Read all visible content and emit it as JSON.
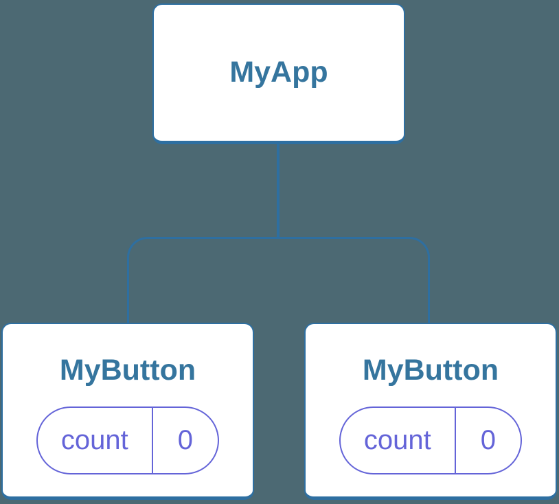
{
  "diagram": {
    "type": "component-tree",
    "background_color": "#4C6973",
    "palette": {
      "card_background": "#FFFFFF",
      "card_border_blue": "#2E6FA1",
      "component_text_blue": "#35759E",
      "state_purple": "#6464D8"
    },
    "tree": {
      "root": {
        "label": "MyApp"
      },
      "children": [
        {
          "label": "MyButton",
          "state": {
            "name": "count",
            "value": "0"
          }
        },
        {
          "label": "MyButton",
          "state": {
            "name": "count",
            "value": "0"
          }
        }
      ]
    }
  }
}
